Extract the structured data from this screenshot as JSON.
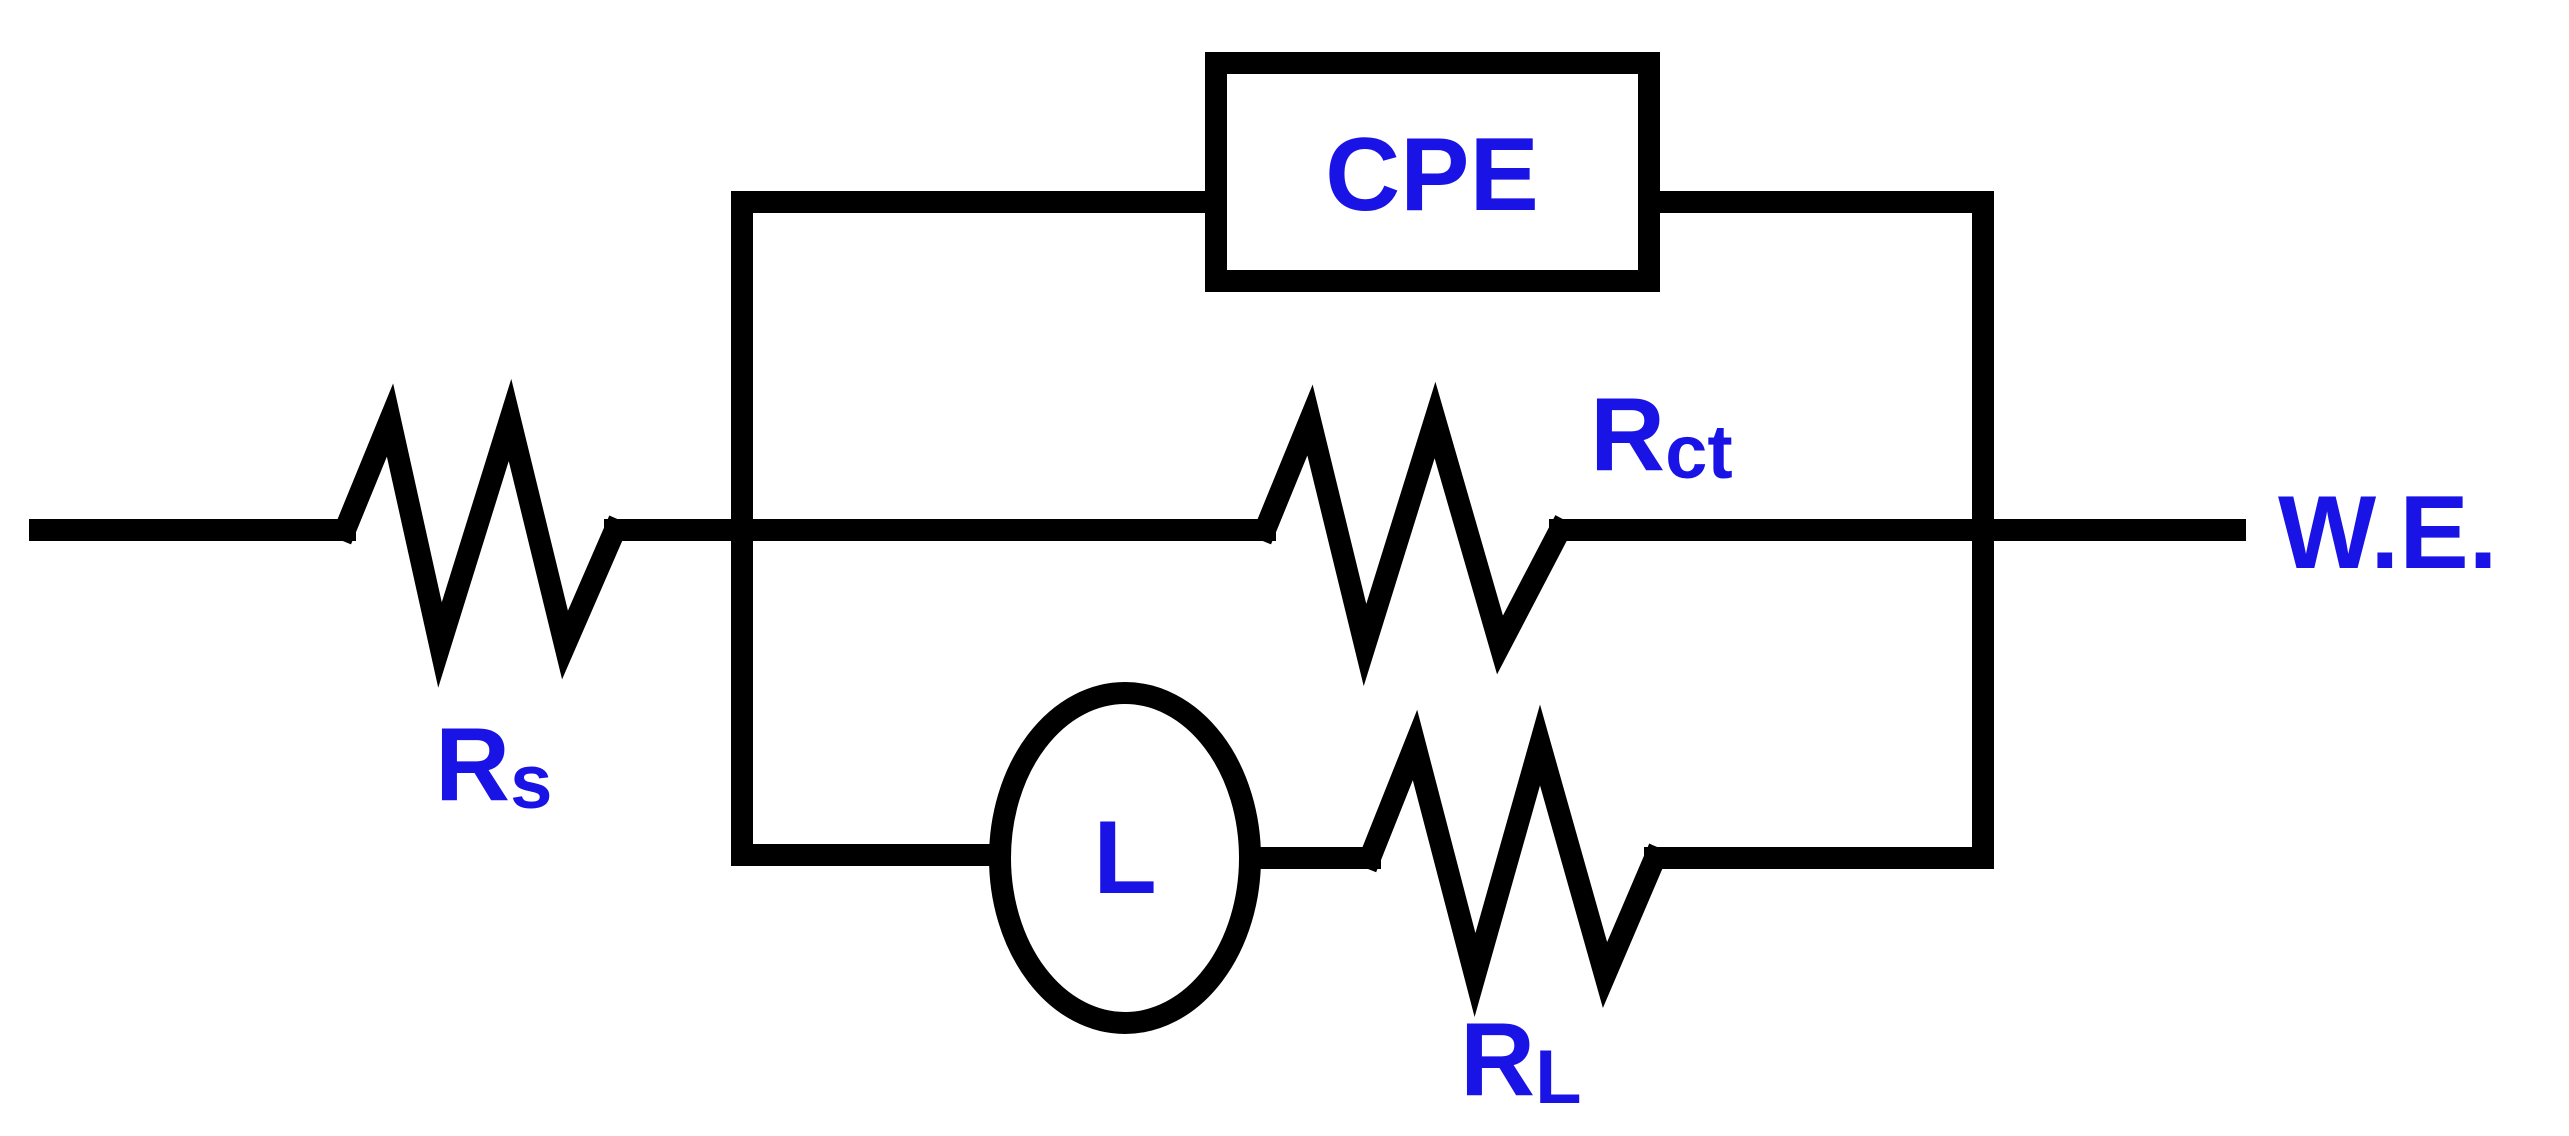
{
  "diagram": {
    "colors": {
      "wire": "#000000",
      "label": "#1a13e6",
      "background": "#ffffff"
    },
    "components": {
      "cpe": {
        "label": "CPE",
        "shape": "rectangle"
      },
      "rs": {
        "symbol": "R",
        "subscript": "s",
        "shape": "resistor-zigzag"
      },
      "rct": {
        "symbol": "R",
        "subscript": "ct",
        "shape": "resistor-zigzag"
      },
      "inductor": {
        "label": "L",
        "shape": "circle"
      },
      "rl": {
        "symbol": "R",
        "subscript": "L",
        "shape": "resistor-zigzag"
      }
    },
    "terminal": {
      "label": "W.E."
    }
  }
}
